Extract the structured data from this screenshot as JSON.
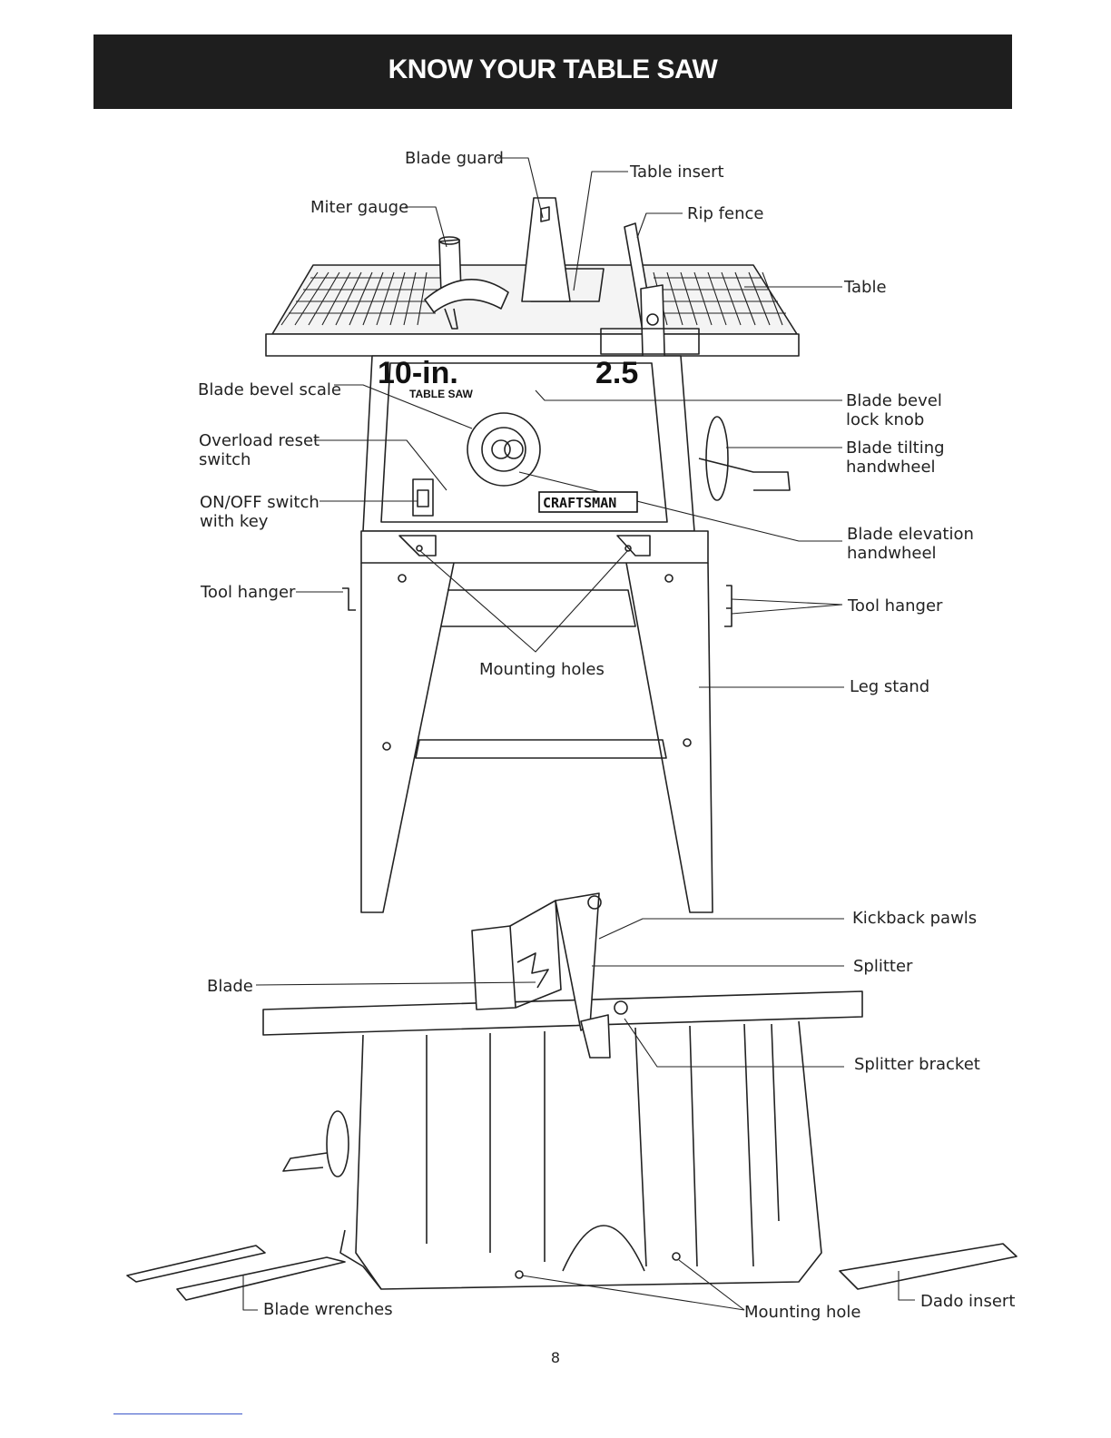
{
  "header": {
    "title": "KNOW YOUR TABLE SAW"
  },
  "labels": {
    "blade_guard": "Blade guard",
    "table_insert": "Table insert",
    "miter_gauge": "Miter gauge",
    "rip_fence": "Rip fence",
    "table": "Table",
    "blade_bevel_scale": "Blade bevel scale",
    "blade_bevel_lock_knob": [
      "Blade bevel",
      "lock knob"
    ],
    "overload_reset_switch": [
      "Overload reset",
      "switch"
    ],
    "blade_tilting_handwheel": [
      "Blade tilting",
      "handwheel"
    ],
    "on_off_switch": [
      "ON/OFF switch",
      "with key"
    ],
    "blade_elevation_handwheel": [
      "Blade elevation",
      "handwheel"
    ],
    "tool_hanger_left": "Tool hanger",
    "tool_hanger_right": "Tool hanger",
    "mounting_holes": "Mounting holes",
    "leg_stand": "Leg stand",
    "kickback_pawls": "Kickback pawls",
    "blade": "Blade",
    "splitter": "Splitter",
    "splitter_bracket": "Splitter bracket",
    "blade_wrenches": "Blade wrenches",
    "mounting_hole": "Mounting hole",
    "dado_insert": "Dado insert"
  },
  "saw_markings": {
    "size": "10-in.",
    "type": "TABLE SAW",
    "hp": "2.5",
    "brand": "CRAFTSMAN"
  },
  "page_number": "8"
}
